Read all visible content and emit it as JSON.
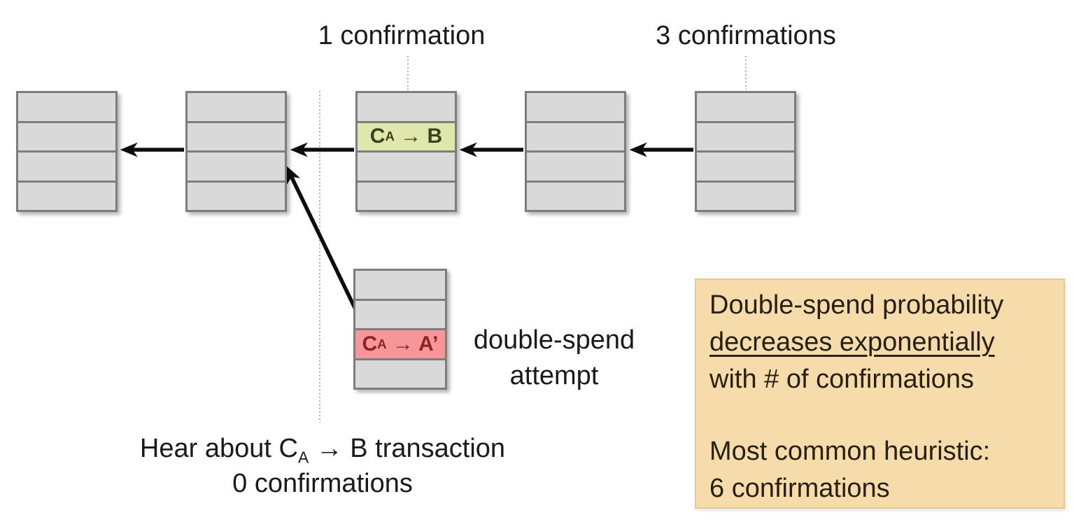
{
  "colors": {
    "block-fill": "#d9d9d9",
    "block-border": "#7d7d7d",
    "cell-green-bg": "#dfe7ad",
    "cell-green-text": "#3a411f",
    "cell-red-bg": "#f79598",
    "cell-red-text": "#8a2326",
    "note-bg": "#f6dcab",
    "note-border": "#e8c88e",
    "note-text": "#262015",
    "arrow-color": "#0d0d0d",
    "dotted-line-color": "#999999",
    "text-color": "#1a1a1a"
  },
  "callouts": {
    "one_confirmation": "1 confirmation",
    "three_confirmations": "3 confirmations"
  },
  "chain": {
    "confirmed_tx": {
      "base": "C",
      "sub": "A",
      "rest": " → B"
    },
    "double_spend_tx": {
      "base": "C",
      "sub": "A",
      "rest": " → A’"
    }
  },
  "annotations": {
    "double_spend_attempt": {
      "line1": "double-spend",
      "line2": "attempt"
    },
    "hear_about": {
      "line1_base": "Hear about C",
      "line1_sub": "A",
      "line1_rest": " → B transaction",
      "line2": "0 confirmations"
    }
  },
  "note_box": {
    "line1": "Double-spend probability",
    "line2": "decreases exponentially",
    "line3": "with # of confirmations",
    "line4": "Most common heuristic:",
    "line5": "6 confirmations"
  }
}
